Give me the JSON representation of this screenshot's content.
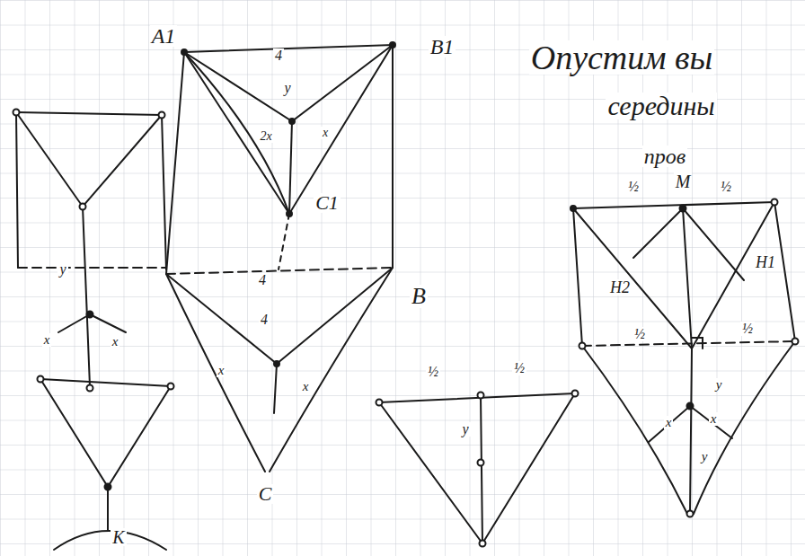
{
  "diagram": {
    "labels": [
      "A1",
      "B1",
      "C1",
      "B",
      "C",
      "4",
      "y",
      "2x",
      "x",
      "4",
      "4",
      "x",
      "x",
      "Опустим вы",
      "середины",
      "пров",
      "½",
      "M",
      "½",
      "H2",
      "H1",
      "½",
      "½",
      "y",
      "x",
      "x",
      "y",
      "½",
      "½",
      "y",
      "y",
      "x",
      "x",
      "K"
    ]
  }
}
